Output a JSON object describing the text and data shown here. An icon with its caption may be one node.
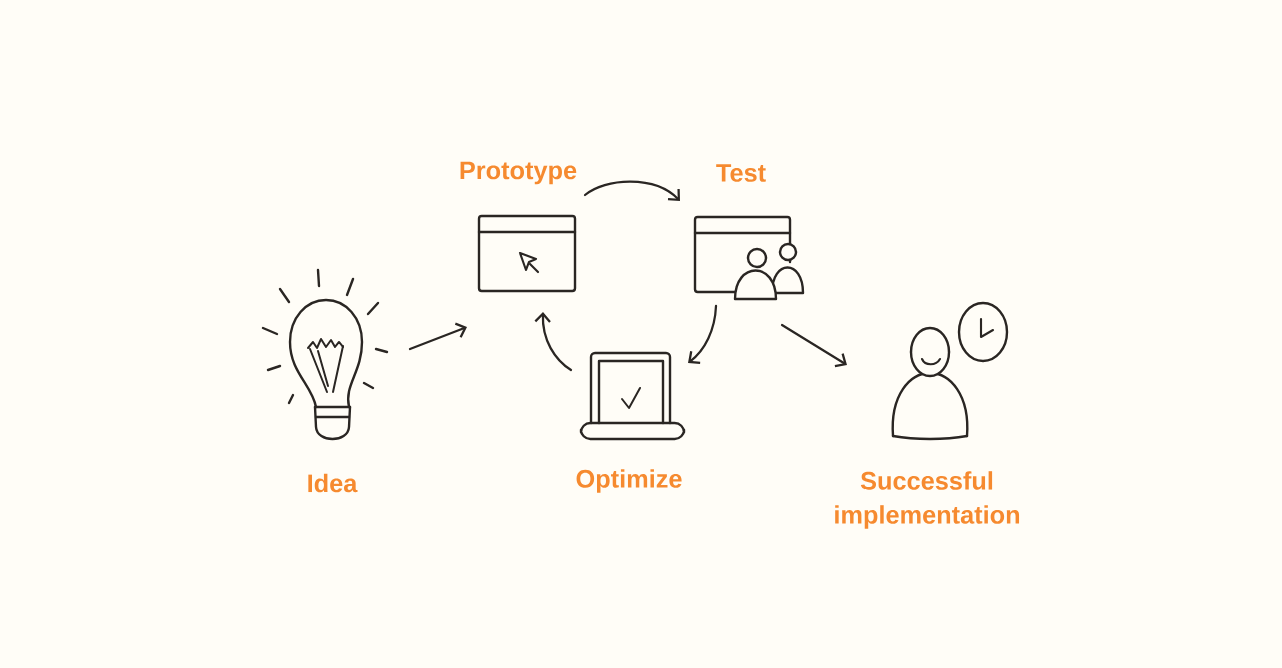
{
  "diagram": {
    "nodes": [
      {
        "text": [
          "Idea"
        ]
      },
      {
        "text": [
          "Prototype"
        ]
      },
      {
        "text": [
          "Test"
        ]
      },
      {
        "text": [
          "Optimize"
        ]
      },
      {
        "text": [
          "Successful implementation"
        ]
      }
    ],
    "edges": [
      {
        "from": 0,
        "to": 1,
        "arrow": "to"
      },
      {
        "from": 1,
        "to": 2,
        "arrow": "to"
      },
      {
        "from": 2,
        "to": 3,
        "arrow": "to"
      },
      {
        "from": 3,
        "to": 1,
        "arrow": "to"
      },
      {
        "from": 2,
        "to": 4,
        "arrow": "to"
      }
    ]
  }
}
